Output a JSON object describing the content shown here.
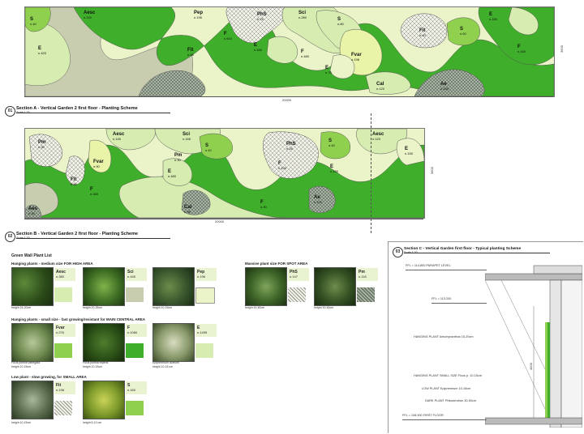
{
  "colors": {
    "dark_green": "#3fae2a",
    "mid_green": "#8fd14f",
    "light_green": "#d6ecb0",
    "pale_green": "#eaf4c8",
    "grey_green": "#c9cdb0",
    "hatch_grey": "#7c8a7a",
    "crosshatch": "#ffffff"
  },
  "section_a": {
    "marker": "01",
    "title": "Section A  - Vertical Garden 2 first floor - Planting Scheme",
    "scale": "Scale 1:20",
    "width_dim": "20000",
    "height_dim": "3600",
    "labels": [
      {
        "code": "S",
        "qty": "n.40"
      },
      {
        "code": "Aesc",
        "qty": "n.116"
      },
      {
        "code": "E",
        "qty": "n.420"
      },
      {
        "code": "Fit",
        "qty": "n.98"
      },
      {
        "code": "Pep",
        "qty": "n.196"
      },
      {
        "code": "F",
        "qty": "n.610"
      },
      {
        "code": "PhS",
        "qty": "n.76"
      },
      {
        "code": "Sci",
        "qty": "n.280"
      },
      {
        "code": "E",
        "qty": "n.180"
      },
      {
        "code": "F",
        "qty": "n.480"
      },
      {
        "code": "S",
        "qty": "n.80"
      },
      {
        "code": "E",
        "qty": "n.75"
      },
      {
        "code": "Fvar",
        "qty": "n.198"
      },
      {
        "code": "Fit",
        "qty": "n.40"
      },
      {
        "code": "S",
        "qty": "n.60"
      },
      {
        "code": "E",
        "qty": "n.180"
      },
      {
        "code": "Cal",
        "qty": "n.120"
      },
      {
        "code": "Ae",
        "qty": "n.165"
      },
      {
        "code": "F",
        "qty": "n.160"
      }
    ]
  },
  "section_b": {
    "marker": "02",
    "title": "Section B  - Vertical Garden 2 first floor - Planting Scheme",
    "scale": "Scale 1:20",
    "width_dim": "20000",
    "height_dim": "3600",
    "labels": [
      {
        "code": "Pm",
        "qty": "n.30"
      },
      {
        "code": "Aesc",
        "qty": "n.140"
      },
      {
        "code": "Fvar",
        "qty": "n.90"
      },
      {
        "code": "Fit",
        "qty": "n.30"
      },
      {
        "code": "F",
        "qty": "n.380"
      },
      {
        "code": "Sci",
        "qty": "n.165"
      },
      {
        "code": "S",
        "qty": "n.40"
      },
      {
        "code": "Pm",
        "qty": "n.30"
      },
      {
        "code": "E",
        "qty": "n.480"
      },
      {
        "code": "PhS",
        "qty": "n.26"
      },
      {
        "code": "F",
        "qty": "n.100"
      },
      {
        "code": "S",
        "qty": "n.40"
      },
      {
        "code": "E",
        "qty": "n.180"
      },
      {
        "code": "Aesc",
        "qty": "n.120"
      },
      {
        "code": "E",
        "qty": "n.150"
      },
      {
        "code": "Ae",
        "qty": "n.100"
      },
      {
        "code": "Cal",
        "qty": "n.98"
      },
      {
        "code": "F",
        "qty": "n.30"
      },
      {
        "code": "Aes",
        "qty": "n.30"
      }
    ]
  },
  "plant_list": {
    "title": "Green Wall Plant List",
    "categories": [
      {
        "title": "Hanging plants - medium size FOR HIGH AREA",
        "items": [
          {
            "code": "Aesc",
            "qty": "n.380",
            "caption": "Aeschynanthus",
            "height": "height 15-20cm"
          },
          {
            "code": "Sci",
            "qty": "n.445",
            "caption": "Scindapsus",
            "height": "height 20-25cm"
          },
          {
            "code": "Pep",
            "qty": "n.196",
            "caption": "Peperomia",
            "height": "height 10-15cm"
          }
        ]
      },
      {
        "title": "Hanging plants - small size - fast growing/resistant for MAIN CENTRAL AREA",
        "items": [
          {
            "code": "Fvar",
            "qty": "n.276",
            "caption": "Ficus pumila variegata",
            "height": "height 10-15cm"
          },
          {
            "code": "F",
            "qty": "n.1080",
            "caption": "Ficus pumila repens",
            "height": "height 10-15cm"
          },
          {
            "code": "E",
            "qty": "n.1495",
            "caption": "Epipremnum aureum",
            "height": "height 10-15 cm"
          }
        ]
      },
      {
        "title": "Low plant - slow growing, for SMALL AREA",
        "items": [
          {
            "code": "Fit",
            "qty": "n.198",
            "caption": "Fittonia",
            "height": "height 10-15cm"
          },
          {
            "code": "S",
            "qty": "n.160",
            "caption": "Soleirolia",
            "height": "height 5-10 cm"
          }
        ]
      },
      {
        "title": "Massive plant size FOR SPOT AREA",
        "items": [
          {
            "code": "PhS",
            "qty": "n.147",
            "caption": "Philodendron",
            "height": "height 30-50cm"
          },
          {
            "code": "Pm",
            "qty": "n.116",
            "caption": "Polypodium",
            "height": "height 30-50cm"
          }
        ]
      }
    ]
  },
  "section_c": {
    "marker": "03",
    "title": "Section C  - Vertical Garden first floor - Typical planting Scheme",
    "scale": "Scale 1:20",
    "levels": [
      {
        "text": "FFL = 114.800 PARAPET LEVEL"
      },
      {
        "text": "FFL = 113.200"
      },
      {
        "text": "FFL = 108.900 FIRST FLOOR"
      }
    ],
    "notes": [
      "HANGING PLANT Aeschynanthus 15-20cm",
      "HANGING PLANT SMALL SIZE Ficus p. 10-15cm",
      "LOW PLANT Epipremnum 10-15cm",
      "DARK PLANT Philodendron 30-50cm"
    ],
    "dim": "4900"
  }
}
